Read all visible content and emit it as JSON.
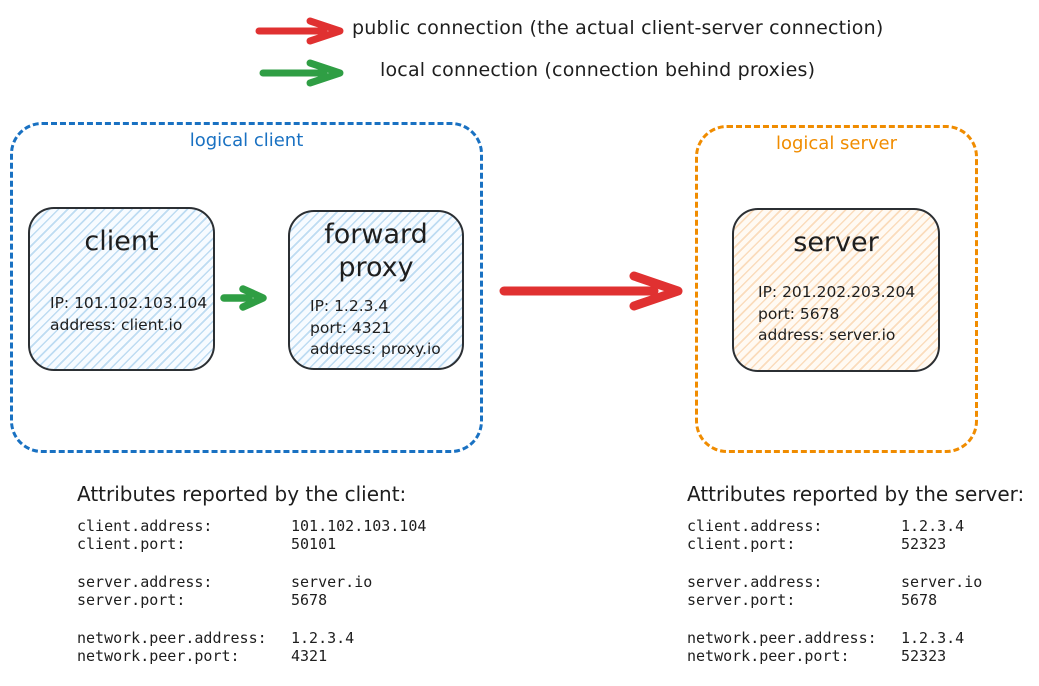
{
  "colors": {
    "public_connection": "#e03131",
    "local_connection": "#2f9e44",
    "logical_client_border": "#1971c2",
    "logical_server_border": "#f08c00",
    "node_border": "#2b2f33",
    "text": "#1e1e1e"
  },
  "legend": {
    "items": [
      {
        "id": "public",
        "label": "public connection (the actual client-server connection)"
      },
      {
        "id": "local",
        "label": "local connection (connection behind proxies)"
      }
    ]
  },
  "diagram": {
    "logical_client": {
      "label": "logical client",
      "client_node": {
        "title": "client",
        "lines": [
          "IP: 101.102.103.104",
          "address: client.io"
        ]
      },
      "proxy_node": {
        "title": "forward proxy",
        "lines": [
          "IP: 1.2.3.4",
          "port: 4321",
          "address: proxy.io"
        ]
      }
    },
    "logical_server": {
      "label": "logical server",
      "server_node": {
        "title": "server",
        "lines": [
          "IP: 201.202.203.204",
          "port: 5678",
          "address: server.io"
        ]
      }
    }
  },
  "attributes": {
    "client": {
      "title": "Attributes reported by the client:",
      "groups": [
        {
          "rows": [
            {
              "label": "client.address:",
              "value": "101.102.103.104"
            },
            {
              "label": "client.port:",
              "value": "50101"
            }
          ]
        },
        {
          "rows": [
            {
              "label": "server.address:",
              "value": "server.io"
            },
            {
              "label": "server.port:",
              "value": "5678"
            }
          ]
        },
        {
          "rows": [
            {
              "label": "network.peer.address:",
              "value": "1.2.3.4"
            },
            {
              "label": "network.peer.port:",
              "value": "4321"
            }
          ]
        }
      ]
    },
    "server": {
      "title": "Attributes reported by the server:",
      "groups": [
        {
          "rows": [
            {
              "label": "client.address:",
              "value": "1.2.3.4"
            },
            {
              "label": "client.port:",
              "value": "52323"
            }
          ]
        },
        {
          "rows": [
            {
              "label": "server.address:",
              "value": "server.io"
            },
            {
              "label": "server.port:",
              "value": "5678"
            }
          ]
        },
        {
          "rows": [
            {
              "label": "network.peer.address:",
              "value": "1.2.3.4"
            },
            {
              "label": "network.peer.port:",
              "value": "52323"
            }
          ]
        }
      ]
    }
  }
}
